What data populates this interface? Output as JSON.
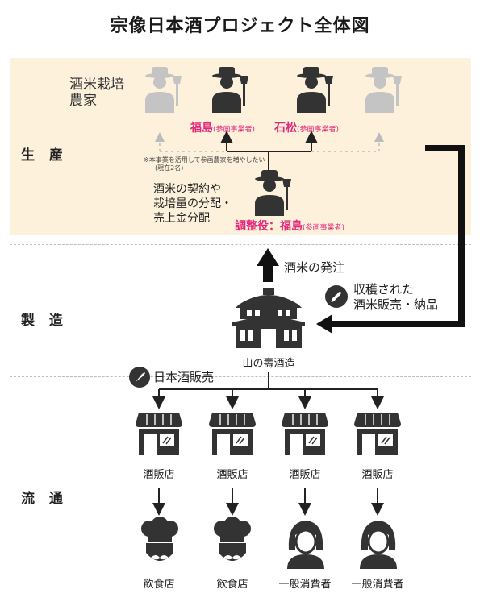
{
  "title": "宗像日本酒プロジェクト全体図",
  "sections": {
    "production": "生 産",
    "manufacturing": "製 造",
    "distribution": "流 通"
  },
  "production": {
    "farmers_label_line1": "酒米栽培",
    "farmers_label_line2": "農家",
    "farmer1_name": "福島",
    "farmer1_tag": "(参画事業者)",
    "farmer2_name": "石松",
    "farmer2_tag": "(参画事業者)",
    "note_line1": "※本事業を活用して参画農家を増やしたい",
    "note_line2": "(現在2名)",
    "role_line1": "酒米の契約や",
    "role_line2": "栽培量の分配・",
    "role_line3": "売上金分配",
    "coordinator_name": "調整役：福島",
    "coordinator_tag": "(参画事業者)"
  },
  "manufacturing": {
    "order_label": "酒米の発注",
    "harvest_line1": "収穫された",
    "harvest_line2": "酒米販売・納品",
    "brewery_label": "山の壽酒造",
    "sales_label": "日本酒販売"
  },
  "distribution": {
    "stores": [
      "酒販店",
      "酒販店",
      "酒販店",
      "酒販店"
    ],
    "customers": [
      "飲食店",
      "飲食店",
      "一般消費者",
      "一般消費者"
    ]
  },
  "colors": {
    "accent_pink": "#e4287a",
    "production_bg": "#fdf1dc",
    "icon_dark": "#333333",
    "icon_faded": "#bdbdbd"
  },
  "icons": [
    "farmer-icon",
    "brewery-icon",
    "store-icon",
    "chef-icon",
    "person-icon",
    "wheat-icon",
    "sake-bottle-icon"
  ]
}
